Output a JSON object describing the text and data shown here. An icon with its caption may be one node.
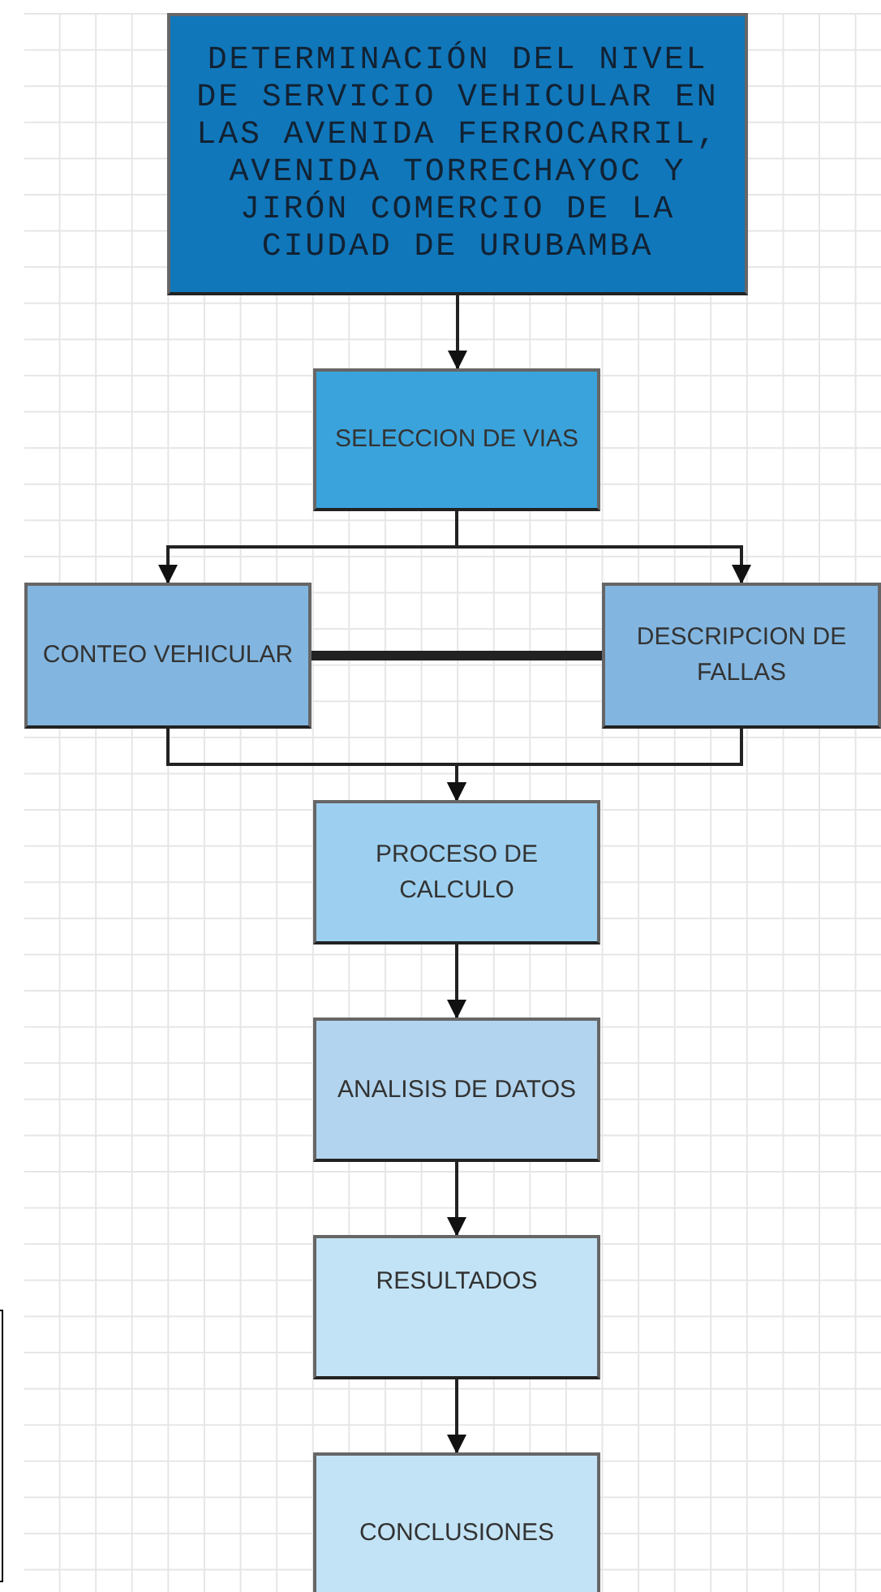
{
  "diagram": {
    "nodes": [
      {
        "text": [
          "DETERMINACIÓN DEL NIVEL DE SERVICIO VEHICULAR EN LAS AVENIDA FERROCARRIL, AVENIDA TORRECHAYOC Y JIRÓN COMERCIO DE LA CIUDAD DE URUBAMBA"
        ]
      },
      {
        "text": [
          "SELECCION DE VIAS"
        ]
      },
      {
        "text": [
          "CONTEO VEHICULAR"
        ]
      },
      {
        "text": [
          "DESCRIPCION DE FALLAS"
        ]
      },
      {
        "text": [
          "PROCESO DE CALCULO"
        ]
      },
      {
        "text": [
          "ANALISIS DE DATOS"
        ]
      },
      {
        "text": [
          "RESULTADOS"
        ]
      },
      {
        "text": [
          "CONCLUSIONES"
        ]
      }
    ],
    "edges": [
      {
        "from": 0,
        "to": 1,
        "arrow": "to"
      },
      {
        "from": 1,
        "to": 2,
        "arrow": "to"
      },
      {
        "from": 1,
        "to": 3,
        "arrow": "to"
      },
      {
        "from": 2,
        "to": 3,
        "arrow": "none",
        "style": "thick"
      },
      {
        "from": 2,
        "to": 4,
        "arrow": "to"
      },
      {
        "from": 3,
        "to": 4,
        "arrow": "to"
      },
      {
        "from": 4,
        "to": 5,
        "arrow": "to"
      },
      {
        "from": 5,
        "to": 6,
        "arrow": "to"
      },
      {
        "from": 6,
        "to": 7,
        "arrow": "to"
      }
    ]
  }
}
